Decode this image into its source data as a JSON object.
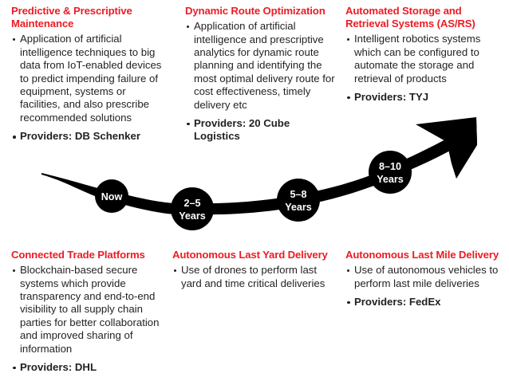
{
  "diagram": {
    "type": "timeline-roadmap",
    "accent_color": "#ed1c24",
    "text_color": "#231f20",
    "node_color": "#000000",
    "node_text_color": "#ffffff",
    "background": "#ffffff",
    "arrow_direction": "up-right"
  },
  "timeline": {
    "nodes": [
      {
        "label": "Now",
        "lines": [
          "Now"
        ]
      },
      {
        "label": "2-5 Years",
        "lines": [
          "2–5",
          "Years"
        ]
      },
      {
        "label": "5-8 Years",
        "lines": [
          "5–8",
          "Years"
        ]
      },
      {
        "label": "8-10 Years",
        "lines": [
          "8–10",
          "Years"
        ]
      }
    ]
  },
  "columns": {
    "top": [
      {
        "heading": "Predictive & Prescriptive Maintenance",
        "bullets": [
          "Application of artificial intelligence techniques to big data from IoT-enabled devices to predict impending failure of equipment, systems or facilities, and also prescribe recommended solutions"
        ],
        "provider": "Providers: DB Schenker"
      },
      {
        "heading": "Dynamic Route Optimization",
        "bullets": [
          "Application of artificial intelligence and prescriptive analytics for dynamic route planning and identifying the most optimal delivery route for cost effectiveness, timely delivery etc"
        ],
        "provider": "Providers: 20 Cube Logistics"
      },
      {
        "heading": "Automated Storage and Retrieval Systems (AS/RS)",
        "bullets": [
          "Intelligent robotics systems which can be configured to automate the storage and retrieval of products"
        ],
        "provider": "Providers: TYJ"
      }
    ],
    "bottom": [
      {
        "heading": "Connected Trade Platforms",
        "bullets": [
          "Blockchain-based secure systems which provide transparency and end-to-end visibility to all supply chain parties for better collaboration and improved sharing of information"
        ],
        "provider": "Providers: DHL"
      },
      {
        "heading": "Autonomous Last Yard Delivery",
        "bullets": [
          "Use of drones to perform last yard and time critical deliveries"
        ],
        "provider": ""
      },
      {
        "heading": "Autonomous Last Mile Delivery",
        "bullets": [
          "Use of autonomous vehicles to perform last mile deliveries"
        ],
        "provider": "Providers: FedEx"
      }
    ]
  }
}
